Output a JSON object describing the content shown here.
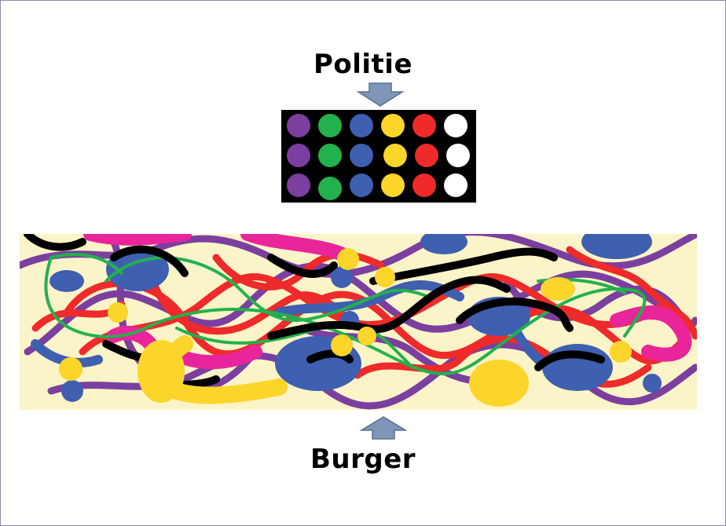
{
  "labels": {
    "top": "Politie",
    "bottom": "Burger"
  },
  "colors": {
    "arrow_fill": "#7f96b8",
    "arrow_stroke": "#5a6f8f",
    "grid_background": "#000000",
    "canvas_background": "#fbf4c8",
    "purple": "#7b3fa0",
    "green": "#22b14c",
    "blue": "#3f5fb0",
    "yellow": "#fbd52a",
    "red": "#ee2a2a",
    "white": "#ffffff",
    "magenta": "#e8259a",
    "black": "#000000"
  },
  "icons": {
    "down_arrow": "arrow-down-icon",
    "up_arrow": "arrow-up-icon"
  },
  "dot_grid": {
    "rows": 3,
    "columns": [
      "purple",
      "green",
      "blue",
      "yellow",
      "red",
      "white"
    ]
  }
}
